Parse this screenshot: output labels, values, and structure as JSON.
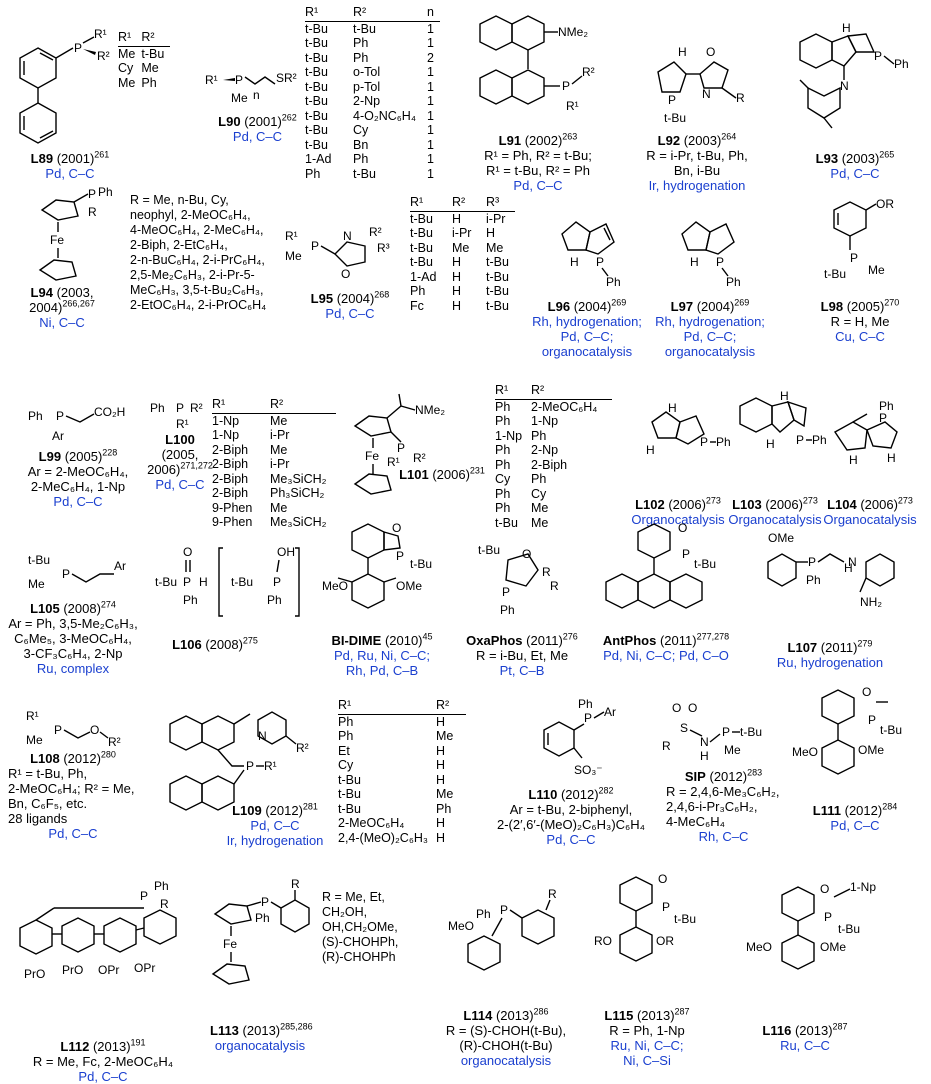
{
  "L89": {
    "label": "L89",
    "year": "(2001)",
    "ref": "261",
    "use": "Pd, C–C",
    "headers": [
      "R¹",
      "R²"
    ],
    "rows": [
      [
        "Me",
        "t-Bu"
      ],
      [
        "Cy",
        "Me"
      ],
      [
        "Me",
        "Ph"
      ]
    ]
  },
  "L90": {
    "label": "L90",
    "year": "(2001)",
    "ref": "262",
    "use": "Pd, C–C",
    "headers": [
      "R¹",
      "R²",
      "n"
    ],
    "rows": [
      [
        "t-Bu",
        "t-Bu",
        "1"
      ],
      [
        "t-Bu",
        "Ph",
        "1"
      ],
      [
        "t-Bu",
        "Ph",
        "2"
      ],
      [
        "t-Bu",
        "o-Tol",
        "1"
      ],
      [
        "t-Bu",
        "p-Tol",
        "1"
      ],
      [
        "t-Bu",
        "2-Np",
        "1"
      ],
      [
        "t-Bu",
        "4-O₂NC₆H₄",
        "1"
      ],
      [
        "t-Bu",
        "Cy",
        "1"
      ],
      [
        "t-Bu",
        "Bn",
        "1"
      ],
      [
        "1-Ad",
        "Ph",
        "1"
      ],
      [
        "Ph",
        "t-Bu",
        "1"
      ]
    ]
  },
  "L91": {
    "label": "L91",
    "year": "(2002)",
    "ref": "263",
    "desc1": "R¹ = Ph, R² = t-Bu;",
    "desc2": "R¹ = t-Bu, R² = Ph",
    "use": "Pd, C–C"
  },
  "L92": {
    "label": "L92",
    "year": "(2003)",
    "ref": "264",
    "desc1": "R = i-Pr, t-Bu, Ph,",
    "desc2": "Bn, i-Bu",
    "use": "Ir, hydrogenation"
  },
  "L93": {
    "label": "L93",
    "year": "(2003)",
    "ref": "265",
    "use": "Pd, C–C"
  },
  "L94": {
    "label": "L94",
    "year1": "(2003,",
    "year2": "2004)",
    "ref": "266,267",
    "use": "Ni, C–C",
    "rlines": [
      "R = Me, n-Bu, Cy,",
      "neophyl, 2-MeOC₆H₄,",
      "4-MeOC₆H₄, 2-MeC₆H₄,",
      "2-Biph, 2-EtC₆H₄,",
      "2-n-BuC₆H₄, 2-i-PrC₆H₄,",
      "2,5-Me₂C₆H₃, 2-i-Pr-5-",
      "MeC₆H₃, 3,5-t-Bu₂C₆H₃,",
      "2-EtOC₆H₄, 2-i-PrOC₆H₄"
    ]
  },
  "L95": {
    "label": "L95",
    "year": "(2004)",
    "ref": "268",
    "use": "Pd, C–C",
    "headers": [
      "R¹",
      "R²",
      "R³"
    ],
    "rows": [
      [
        "t-Bu",
        "H",
        "i-Pr"
      ],
      [
        "t-Bu",
        "i-Pr",
        "H"
      ],
      [
        "t-Bu",
        "Me",
        "Me"
      ],
      [
        "t-Bu",
        "H",
        "t-Bu"
      ],
      [
        "1-Ad",
        "H",
        "t-Bu"
      ],
      [
        "Ph",
        "H",
        "t-Bu"
      ],
      [
        "Fc",
        "H",
        "t-Bu"
      ]
    ]
  },
  "L96": {
    "label": "L96",
    "year": "(2004)",
    "ref": "269",
    "use1": "Rh, hydrogenation;",
    "use2": "Pd, C–C;",
    "use3": "organocatalysis"
  },
  "L97": {
    "label": "L97",
    "year": "(2004)",
    "ref": "269",
    "use1": "Rh, hydrogenation;",
    "use2": "Pd, C–C;",
    "use3": "organocatalysis"
  },
  "L98": {
    "label": "L98",
    "year": "(2005)",
    "ref": "270",
    "desc": "R = H, Me",
    "use": "Cu, C–C"
  },
  "L99": {
    "label": "L99",
    "year": "(2005)",
    "ref": "228",
    "desc1": "Ar = 2-MeOC₆H₄,",
    "desc2": "2-MeC₆H₄, 1-Np",
    "use": "Pd, C–C"
  },
  "L100": {
    "label": "L100",
    "year1": "(2005,",
    "year2": "2006)",
    "ref": "271,272",
    "use": "Pd, C–C",
    "headers": [
      "R¹",
      "R²"
    ],
    "rows": [
      [
        "1-Np",
        "Me"
      ],
      [
        "1-Np",
        "i-Pr"
      ],
      [
        "2-Biph",
        "Me"
      ],
      [
        "2-Biph",
        "i-Pr"
      ],
      [
        "2-Biph",
        "Me₃SiCH₂"
      ],
      [
        "2-Biph",
        "Ph₃SiCH₂"
      ],
      [
        "9-Phen",
        "Me"
      ],
      [
        "9-Phen",
        "Me₃SiCH₂"
      ]
    ]
  },
  "L101": {
    "label": "L101",
    "year": "(2006)",
    "ref": "231",
    "headers": [
      "R¹",
      "R²"
    ],
    "rows": [
      [
        "Ph",
        "2-MeOC₆H₄"
      ],
      [
        "Ph",
        "1-Np"
      ],
      [
        "1-Np",
        "Ph"
      ],
      [
        "Ph",
        "2-Np"
      ],
      [
        "Ph",
        "2-Biph"
      ],
      [
        "Cy",
        "Ph"
      ],
      [
        "Ph",
        "Cy"
      ],
      [
        "Ph",
        "Me"
      ],
      [
        "t-Bu",
        "Me"
      ]
    ]
  },
  "L102": {
    "label": "L102",
    "year": "(2006)",
    "ref": "273",
    "use": "Organocatalysis"
  },
  "L103": {
    "label": "L103",
    "year": "(2006)",
    "ref": "273",
    "use": "Organocatalysis"
  },
  "L104": {
    "label": "L104",
    "year": "(2006)",
    "ref": "273",
    "use": "Organocatalysis"
  },
  "L105": {
    "label": "L105",
    "year": "(2008)",
    "ref": "274",
    "desc1": "Ar = Ph, 3,5-Me₂C₆H₃,",
    "desc2": "C₆Me₅, 3-MeOC₆H₄,",
    "desc3": "3-CF₃C₆H₄, 2-Np",
    "use": "Ru, complex"
  },
  "L106": {
    "label": "L106",
    "year": "(2008)",
    "ref": "275"
  },
  "BIDIME": {
    "label": "BI-DIME",
    "year": "(2010)",
    "ref": "45",
    "use1": "Pd, Ru, Ni, C–C;",
    "use2": "Rh, Pd, C–B"
  },
  "OxaPhos": {
    "label": "OxaPhos",
    "year": "(2011)",
    "ref": "276",
    "desc": "R = i-Bu, Et, Me",
    "use": "Pt, C–B"
  },
  "AntPhos": {
    "label": "AntPhos",
    "year": "(2011)",
    "ref": "277,278",
    "use": "Pd, Ni, C–C; Pd, C–O"
  },
  "L107": {
    "label": "L107",
    "year": "(2011)",
    "ref": "279",
    "use": "Ru, hydrogenation"
  },
  "L108": {
    "label": "L108",
    "year": "(2012)",
    "ref": "280",
    "desc1": "R¹ = t-Bu, Ph,",
    "desc2": "2-MeOC₆H₄; R² = Me,",
    "desc3": "Bn, C₆F₅, etc.",
    "desc4": "28 ligands",
    "use": "Pd, C–C"
  },
  "L109": {
    "label": "L109",
    "year": "(2012)",
    "ref": "281",
    "use1": "Pd, C–C",
    "use2": "Ir, hydrogenation",
    "headers": [
      "R¹",
      "R²"
    ],
    "rows": [
      [
        "Ph",
        "H"
      ],
      [
        "Ph",
        "Me"
      ],
      [
        "Et",
        "H"
      ],
      [
        "Cy",
        "H"
      ],
      [
        "t-Bu",
        "H"
      ],
      [
        "t-Bu",
        "Me"
      ],
      [
        "t-Bu",
        "Ph"
      ],
      [
        "2-MeOC₆H₄",
        "H"
      ],
      [
        "2,4-(MeO)₂C₆H₃",
        "H"
      ]
    ]
  },
  "L110": {
    "label": "L110",
    "year": "(2012)",
    "ref": "282",
    "desc1": "Ar = t-Bu, 2-biphenyl,",
    "desc2": "2-(2′,6′-(MeO)₂C₆H₃)C₆H₄",
    "use": "Pd, C–C"
  },
  "SIP": {
    "label": "SIP",
    "year": "(2012)",
    "ref": "283",
    "desc1": "R = 2,4,6-Me₃C₆H₂,",
    "desc2": "2,4,6-i-Pr₃C₆H₂,",
    "desc3": "4-MeC₆H₄",
    "use": "Rh, C–C"
  },
  "L111": {
    "label": "L111",
    "year": "(2012)",
    "ref": "284",
    "use": "Pd, C–C"
  },
  "L112": {
    "label": "L112",
    "year": "(2013)",
    "ref": "191",
    "desc": "R = Me, Fc, 2-MeOC₆H₄",
    "use": "Pd, C–C"
  },
  "L113": {
    "label": "L113",
    "year": "(2013)",
    "ref": "285,286",
    "use": "organocatalysis",
    "rlines": [
      "R = Me, Et,",
      "CH₂OH,",
      "OH,CH₂OMe,",
      "(S)-CHOHPh,",
      "(R)-CHOHPh"
    ]
  },
  "L114": {
    "label": "L114",
    "year": "(2013)",
    "ref": "286",
    "desc1": "R = (S)-CHOH(t-Bu),",
    "desc2": "(R)-CHOH(t-Bu)",
    "use": "organocatalysis"
  },
  "L115": {
    "label": "L115",
    "year": "(2013)",
    "ref": "287",
    "desc": "R = Ph, 1-Np",
    "use1": "Ru, Ni, C–C;",
    "use2": "Ni, C–Si"
  },
  "L116": {
    "label": "L116",
    "year": "(2013)",
    "ref": "287",
    "use": "Ru, C–C"
  },
  "atoms": {
    "P": "P",
    "Fe": "Fe",
    "N": "N",
    "O": "O",
    "H": "H",
    "S": "S",
    "R": "R",
    "R1": "R¹",
    "R2": "R²",
    "R3": "R³",
    "Ph": "Ph",
    "Me": "Me",
    "tBu": "t-Bu",
    "NMe2": "NMe₂",
    "SR2": "SR²",
    "n": "n",
    "Ar": "Ar",
    "CO2H": "CO₂H",
    "OR": "OR",
    "MeO": "MeO",
    "OMe": "OMe",
    "NH2": "NH₂",
    "SO3": "SO₃⁻",
    "PrO": "PrO",
    "OPr": "OPr",
    "RO": "RO",
    "Np1": "1-Np",
    "OH": "OH"
  }
}
